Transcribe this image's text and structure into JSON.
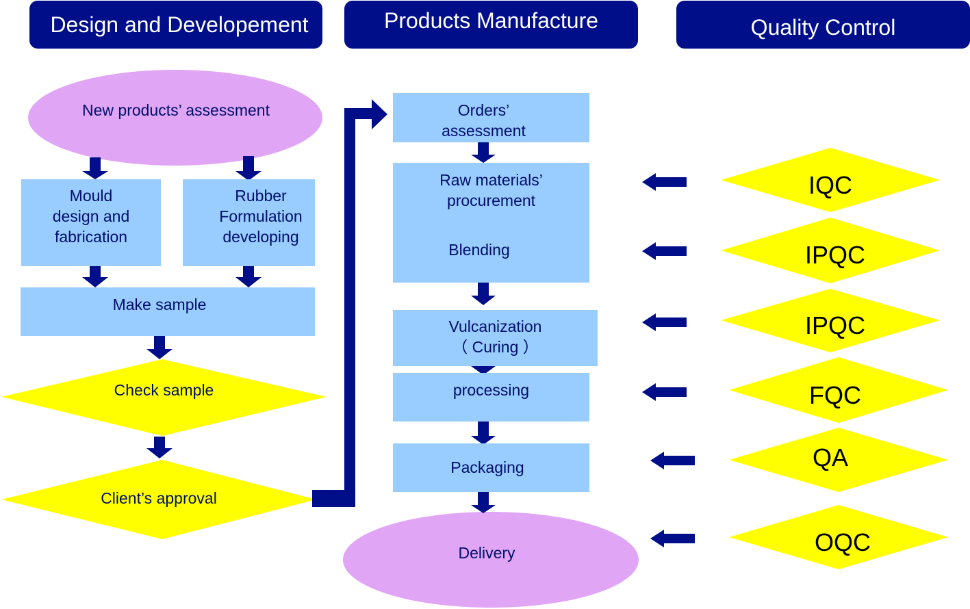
{
  "colors": {
    "header_bg": "#000e8a",
    "header_text": "#ffffff",
    "box_fill": "#99ccff",
    "ellipse_fill": "#e0a5f5",
    "diamond_fill": "#ffff00",
    "arrow": "#000e8a",
    "node_text": "#000e6a"
  },
  "headers": {
    "design": "Design and Developement",
    "manufacture": "Products Manufacture",
    "quality": "Quality Control"
  },
  "design": {
    "assessment": "New products’ assessment",
    "mould": "Mould\ndesign and\nfabrication",
    "rubber": "Rubber\nFormulation\ndeveloping",
    "make_sample": "Make sample",
    "check_sample": "Check sample",
    "client_approval": "Client’s  approval"
  },
  "manufacture": {
    "orders": "Orders’\nassessment",
    "raw": "Raw materials’\nprocurement",
    "blending": "Blending",
    "vulcanization": "Vulcanization\n（ Curing ）",
    "processing": "processing",
    "packaging": "Packaging",
    "delivery": "Delivery"
  },
  "quality": {
    "iqc": "IQC",
    "ipqc_1": "IPQC",
    "ipqc_2": "IPQC",
    "fqc": "FQC",
    "qa": "QA",
    "oqc": "OQC"
  },
  "icons": {
    "flow_arrow": "down-arrow-icon",
    "qc_arrow": "left-arrow-icon",
    "connector": "elbow-connector-arrow-icon"
  }
}
